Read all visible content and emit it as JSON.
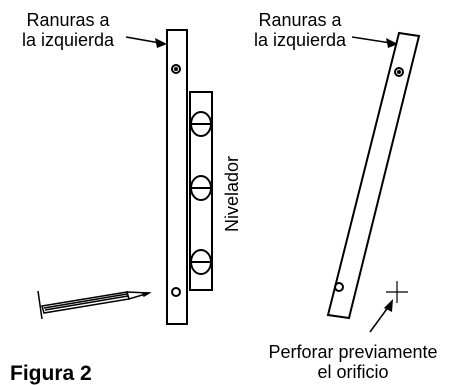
{
  "left_bracket": {
    "slots_label": [
      "Ranuras a",
      "la izquierda"
    ]
  },
  "right_bracket": {
    "slots_label": [
      "Ranuras a",
      "la izquierda"
    ]
  },
  "level_label": "Nivelador",
  "drill_label": [
    "Perforar previamente",
    "el orificio"
  ],
  "figure_caption": "Figura 2"
}
